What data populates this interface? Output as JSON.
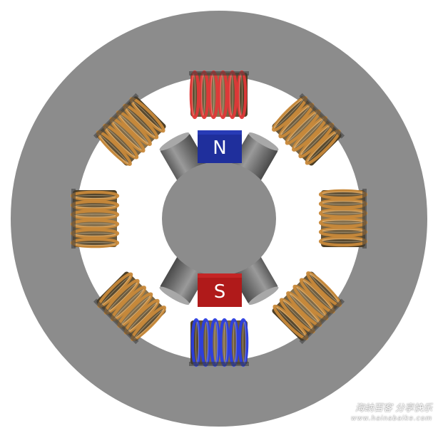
{
  "rotor": {
    "north_label": "N",
    "south_label": "S"
  },
  "colors": {
    "stator": "#8c8c8c",
    "rotor": "#8c8c8c",
    "north": "#1f2f9c",
    "south": "#b01a1a",
    "coil_copper": "#c8893a",
    "coil_active_top": "#e03838",
    "coil_active_bottom": "#2b3ee0"
  },
  "watermark": {
    "line1": "海纳百客 分享快乐",
    "line2": "www.hainabaike.com"
  }
}
